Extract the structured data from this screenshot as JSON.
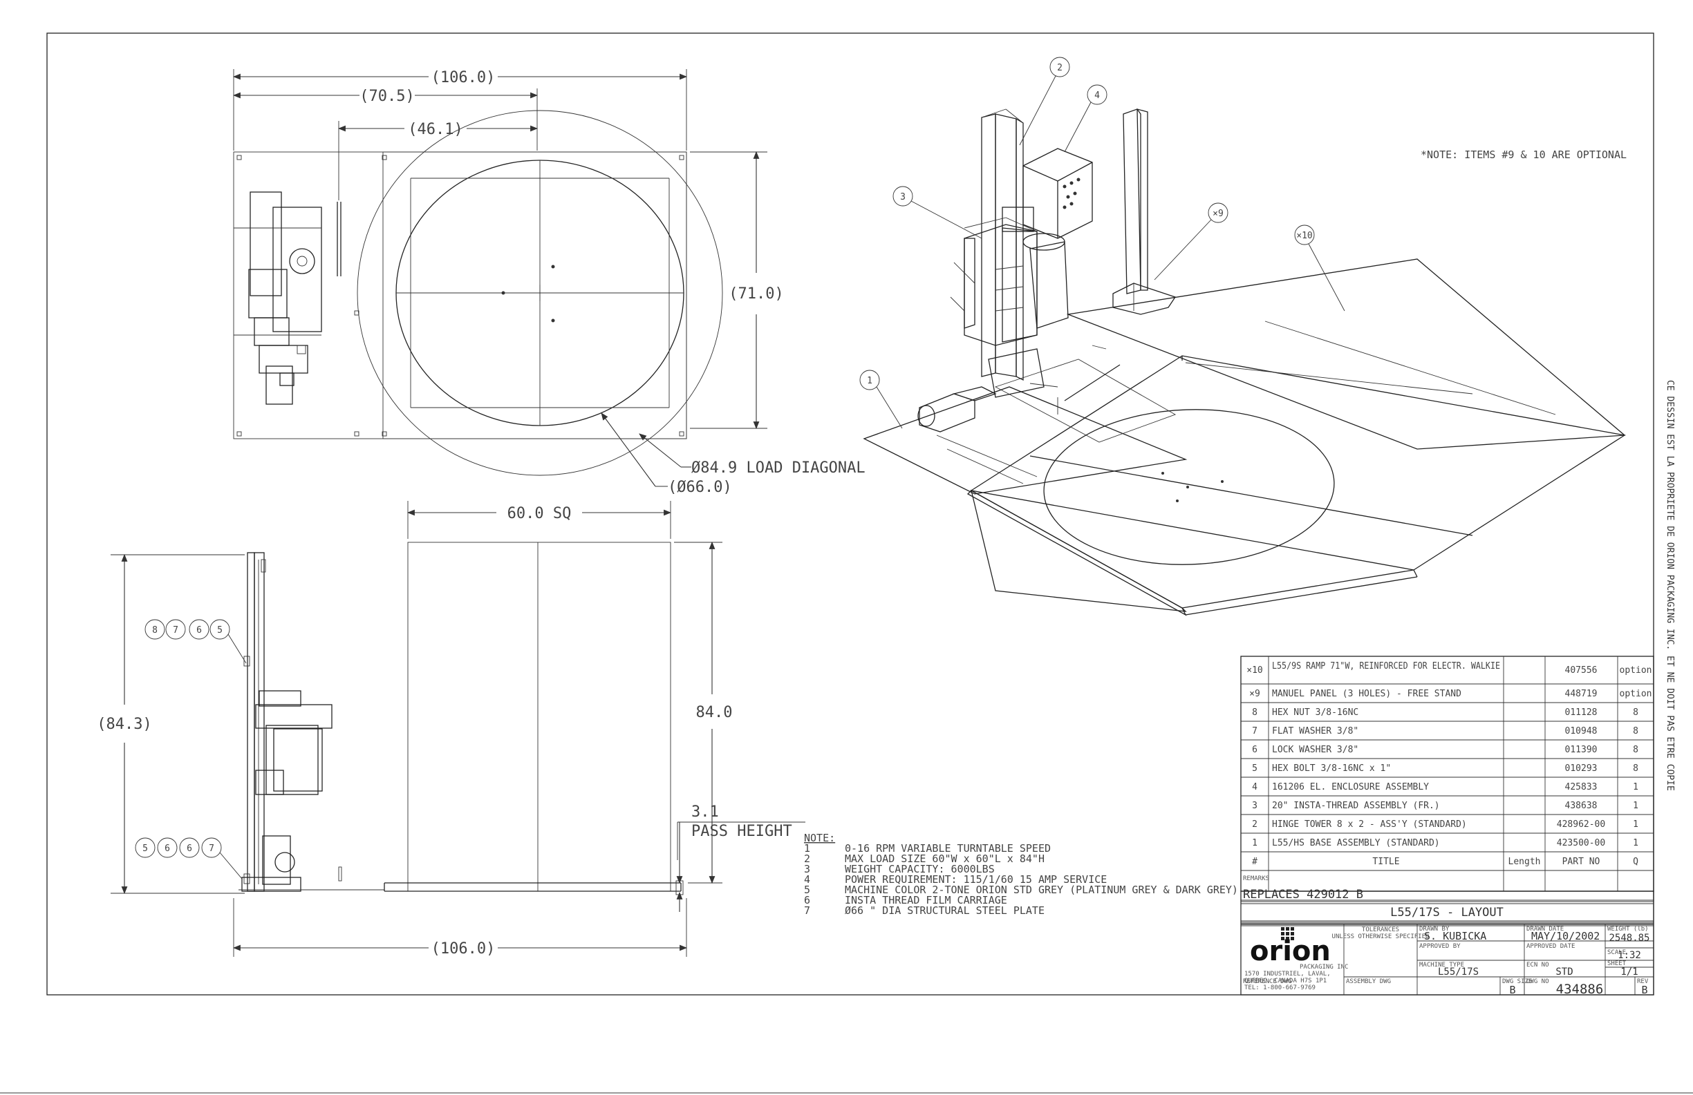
{
  "dimensions": {
    "top_overall_width": "(106.0)",
    "top_width_2": "(70.5)",
    "top_width_3": "(46.1)",
    "top_height": "(71.0)",
    "load_diagonal": "Ø84.9 LOAD DIAGONAL",
    "turntable_dia": "(Ø66.0)",
    "load_sq": "60.0 SQ",
    "load_height": "84.0",
    "side_height": "(84.3)",
    "pass_height_value": "3.1",
    "pass_height_label": "PASS HEIGHT",
    "bottom_width": "(106.0)"
  },
  "balloons": {
    "iso": [
      "1",
      "2",
      "3",
      "4",
      "×9",
      "×10"
    ],
    "side_upper": [
      "8",
      "7",
      "6",
      "5"
    ],
    "side_lower": [
      "5",
      "6",
      "6",
      "7"
    ]
  },
  "optional_note": "*NOTE: ITEMS #9 & 10 ARE OPTIONAL",
  "notes": {
    "heading": "NOTE:",
    "items": [
      {
        "num": "1",
        "text": "0-16 RPM VARIABLE TURNTABLE SPEED"
      },
      {
        "num": "2",
        "text": "MAX LOAD SIZE 60\"W x 60\"L x 84\"H"
      },
      {
        "num": "3",
        "text": "WEIGHT CAPACITY: 6000LBS"
      },
      {
        "num": "4",
        "text": "POWER REQUIREMENT: 115/1/60 15 AMP SERVICE"
      },
      {
        "num": "5",
        "text": "MACHINE COLOR 2-TONE ORION STD GREY (PLATINUM GREY & DARK GREY)"
      },
      {
        "num": "6",
        "text": "INSTA THREAD FILM CARRIAGE"
      },
      {
        "num": "7",
        "text": "Ø66 \" DIA STRUCTURAL STEEL PLATE"
      }
    ]
  },
  "bom": {
    "rows": [
      {
        "item": "×10",
        "title": "L55/9S RAMP 71\"W, REINFORCED FOR ELECTR. WALKIE",
        "length": "",
        "part": "407556",
        "qty": "option"
      },
      {
        "item": "×9",
        "title": "MANUEL PANEL (3 HOLES) - FREE STAND",
        "length": "",
        "part": "448719",
        "qty": "option"
      },
      {
        "item": "8",
        "title": "HEX NUT 3/8-16NC",
        "length": "",
        "part": "011128",
        "qty": "8"
      },
      {
        "item": "7",
        "title": "FLAT WASHER 3/8\"",
        "length": "",
        "part": "010948",
        "qty": "8"
      },
      {
        "item": "6",
        "title": "LOCK WASHER 3/8\"",
        "length": "",
        "part": "011390",
        "qty": "8"
      },
      {
        "item": "5",
        "title": "HEX BOLT 3/8-16NC x 1\"",
        "length": "",
        "part": "010293",
        "qty": "8"
      },
      {
        "item": "4",
        "title": "161206 EL. ENCLOSURE ASSEMBLY",
        "length": "",
        "part": "425833",
        "qty": "1"
      },
      {
        "item": "3",
        "title": "20\" INSTA-THREAD ASSEMBLY (FR.)",
        "length": "",
        "part": "438638",
        "qty": "1"
      },
      {
        "item": "2",
        "title": "HINGE TOWER 8 x 2 - ASS'Y (STANDARD)",
        "length": "",
        "part": "428962-00",
        "qty": "1"
      },
      {
        "item": "1",
        "title": "L55/HS BASE ASSEMBLY (STANDARD)",
        "length": "",
        "part": "423500-00",
        "qty": "1"
      }
    ],
    "header": {
      "item": "#",
      "title": "TITLE",
      "length": "Length",
      "part": "PART NO",
      "qty": "Q"
    }
  },
  "title_block": {
    "remarks_label": "REMARKS",
    "replaces": "REPLACES 429012 B",
    "drawing_title": "L55/17S - LAYOUT",
    "logo": "orion",
    "company": "PACKAGING INC",
    "address_1": "1570 INDUSTRIEL, LAVAL,",
    "address_2": "QUEBEC, CANADA H7S 1P1",
    "phone": "TEL: 1-800-667-9769",
    "tolerances_label": "TOLERANCES",
    "tolerances_sub": "UNLESS OTHERWISE SPECIFIED",
    "drawn_by_label": "DRAWN BY",
    "drawn_by": "S. KUBICKA",
    "drawn_date_label": "DRAWN DATE",
    "drawn_date": "MAY/10/2002",
    "weight_label": "WEIGHT (lb)",
    "weight": "2548.85",
    "scale_label": "SCALE",
    "scale": "1:32",
    "approved_by_label": "APPROVED BY",
    "approved_date_label": "APPROVED DATE",
    "machine_type_label": "MACHINE TYPE",
    "machine_type": "L55/17S",
    "ecn_label": "ECN NO",
    "ecn": "STD",
    "sheet_label": "SHEET",
    "sheet": "1/1",
    "assembly_label": "ASSEMBLY DWG",
    "dwg_size_label": "DWG SIZE",
    "dwg_size": "B",
    "dwg_no_label": "DWG NO",
    "dwg_no": "434886",
    "rev_label": "REV",
    "rev": "B",
    "reference_label": "REFERENCE DWG"
  },
  "side_text": "CE DESSIN EST LA PROPRIETE DE ORION PACKAGING INC. ET NE DOIT PAS ETRE COPIE"
}
